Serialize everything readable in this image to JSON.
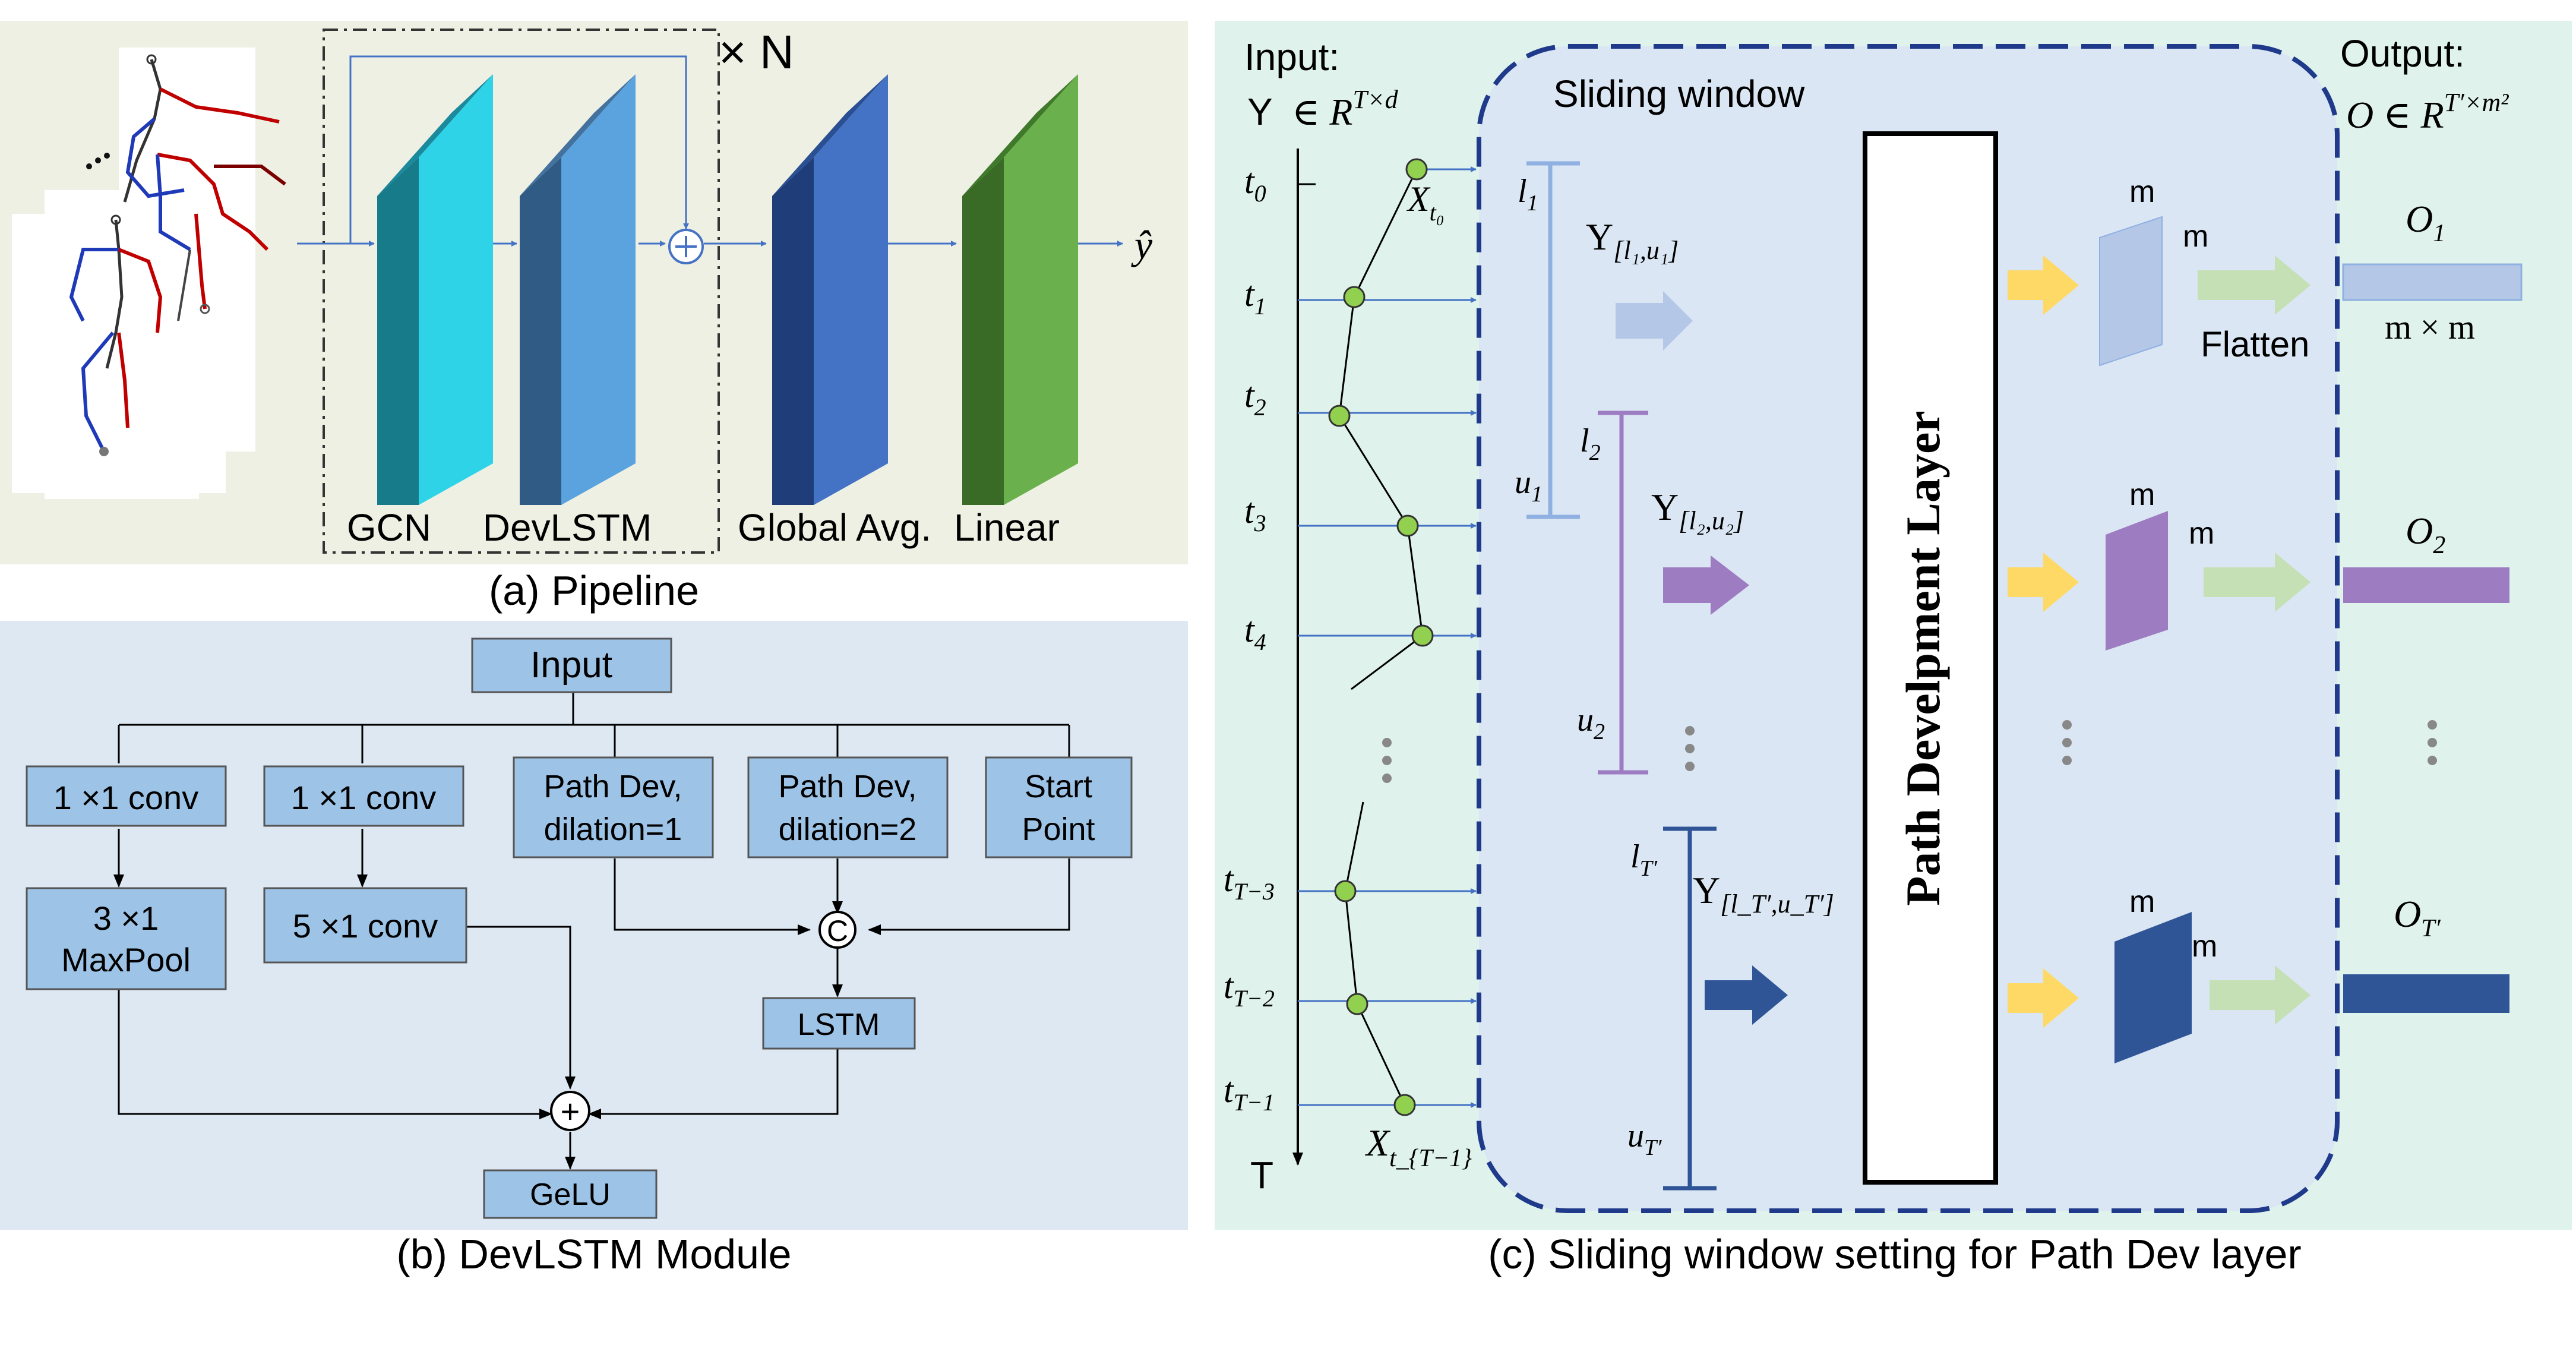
{
  "panel_a": {
    "multiplier": "× N",
    "y_hat": "ŷ",
    "blocks": {
      "gcn": "GCN",
      "devlstm": "DevLSTM",
      "global_avg": "Global Avg.",
      "linear": "Linear"
    },
    "caption": "(a) Pipeline",
    "colors": {
      "gcn": "#1fa3b8",
      "devlstm": "#5b9bd5",
      "global_avg": "#3a64b8",
      "linear": "#5fa13c",
      "background": "#eef0e4"
    }
  },
  "panel_b": {
    "input": "Input",
    "conv1a": "1 ×1 conv",
    "conv1b": "1 ×1 conv",
    "pathdev1_line1": "Path Dev,",
    "pathdev1_line2": "dilation=1",
    "pathdev2_line1": "Path Dev,",
    "pathdev2_line2": "dilation=2",
    "start_line1": "Start",
    "start_line2": "Point",
    "maxpool_line1": "3 ×1",
    "maxpool_line2": "MaxPool",
    "conv5": "5 ×1 conv",
    "concat": "C",
    "lstm": "LSTM",
    "plus": "+",
    "gelu": "GeLU",
    "caption": "(b) DevLSTM Module",
    "colors": {
      "box": "#9dc3e6",
      "background": "#dde8f3"
    }
  },
  "panel_c": {
    "input_label": "Input:",
    "input_y": "Y",
    "input_space": "∈ R",
    "input_space_sup": "T×d",
    "output_label": "Output:",
    "output_o": "O ∈ R",
    "output_sup": "T′×m²",
    "sliding_window": "Sliding window",
    "time_labels": [
      {
        "base": "t",
        "sub": "0"
      },
      {
        "base": "t",
        "sub": "1"
      },
      {
        "base": "t",
        "sub": "2"
      },
      {
        "base": "t",
        "sub": "3"
      },
      {
        "base": "t",
        "sub": "4"
      },
      {
        "base": "t",
        "sub": "T−3"
      },
      {
        "base": "t",
        "sub": "T−2"
      },
      {
        "base": "t",
        "sub": "T−1"
      }
    ],
    "axis_end": "T",
    "x_first": "X",
    "x_first_sub": "t₀",
    "x_last": "X",
    "x_last_sub": "t_{T−1}",
    "window1": {
      "l": "l",
      "l_sub": "1",
      "u": "u",
      "u_sub": "1",
      "label": "Y",
      "label_sub": "[l₁,u₁]"
    },
    "window2": {
      "l": "l",
      "l_sub": "2",
      "u": "u",
      "u_sub": "2",
      "label": "Y",
      "label_sub": "[l₂,u₂]"
    },
    "window3": {
      "l": "l",
      "l_sub": "T′",
      "u": "u",
      "u_sub": "T′",
      "label": "Y",
      "label_sub": "[l_T′,u_T′]"
    },
    "path_dev_layer": "Path Develpment Layer",
    "m": "m",
    "flatten": "Flatten",
    "outputs": [
      {
        "base": "O",
        "sub": "1"
      },
      {
        "base": "O",
        "sub": "2"
      },
      {
        "base": "O",
        "sub": "T′"
      }
    ],
    "m_times_m": "m × m",
    "caption": "(c) Sliding window setting for Path Dev layer",
    "colors": {
      "light": "#b4c7e7",
      "mid": "#9e7cc1",
      "dark": "#2f5597",
      "yellow": "#ffd966",
      "green_arrow": "#c5e0b4",
      "background": "#dff3ec",
      "node": "#92d050",
      "dash": "#1f3a8a"
    }
  }
}
